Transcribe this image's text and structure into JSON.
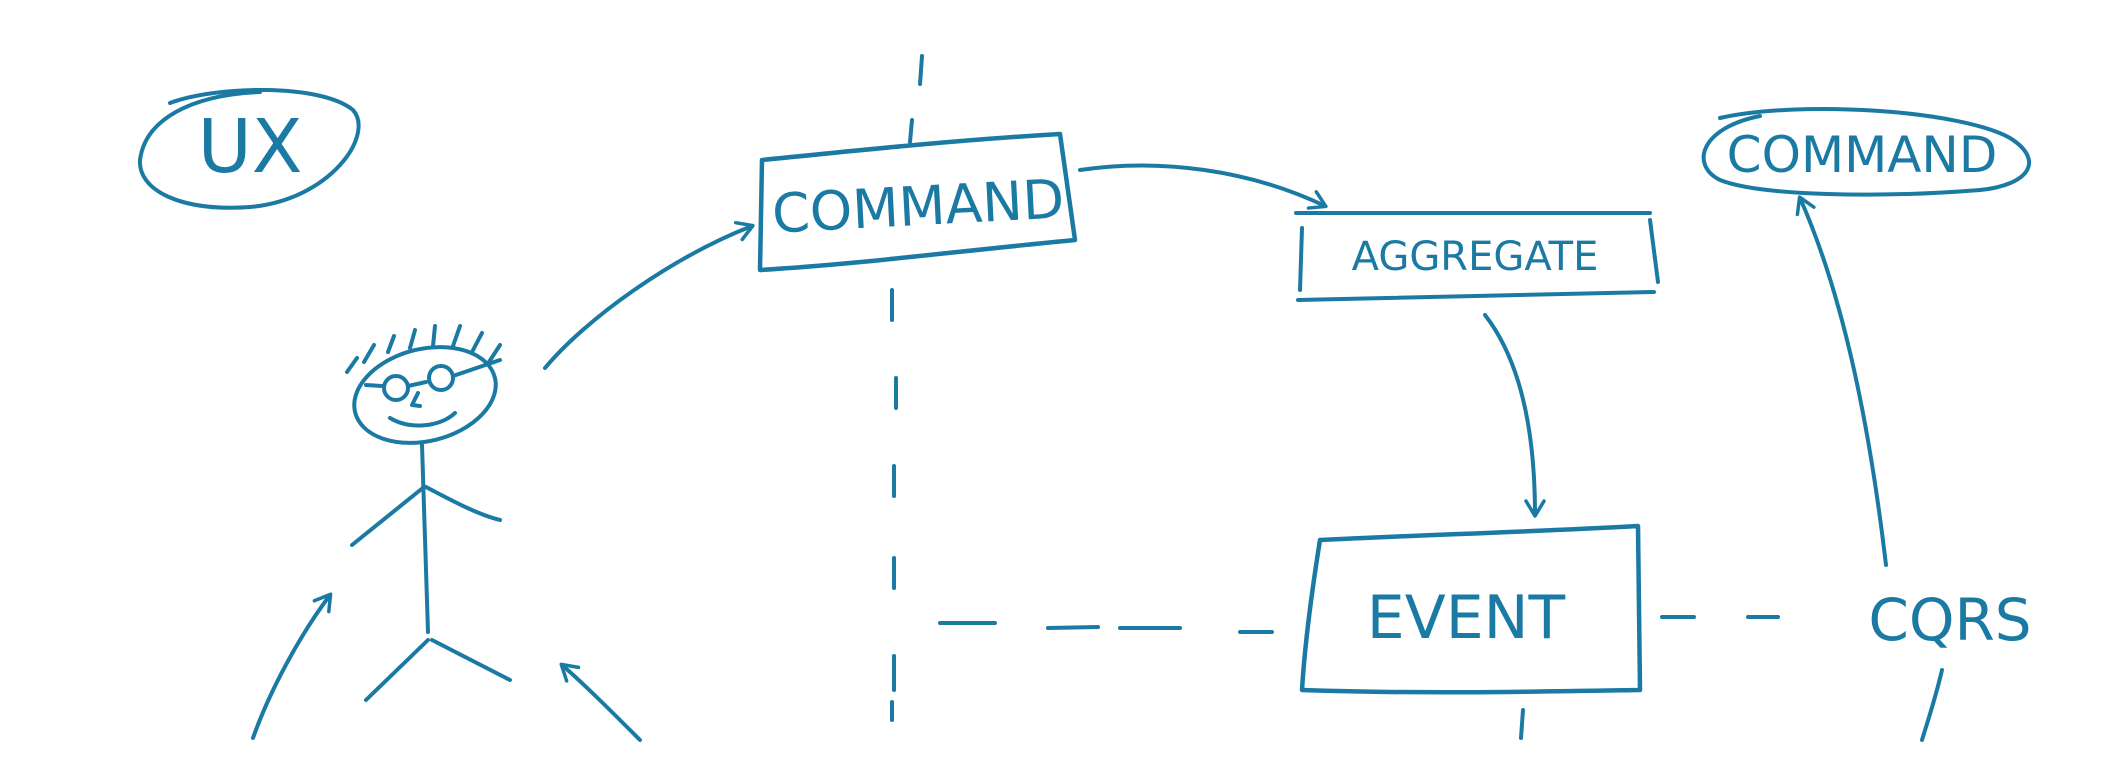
{
  "colors": {
    "ink": "#1b7aa3",
    "background": "#ffffff"
  },
  "labels": {
    "ux": "UX",
    "command_center": "COMMAND",
    "aggregate": "AGGREGATE",
    "event": "EVENT",
    "cqrs": "CQRS",
    "command_top_right": "COMMAND"
  },
  "icons": {
    "user": "stick-figure-icon"
  }
}
